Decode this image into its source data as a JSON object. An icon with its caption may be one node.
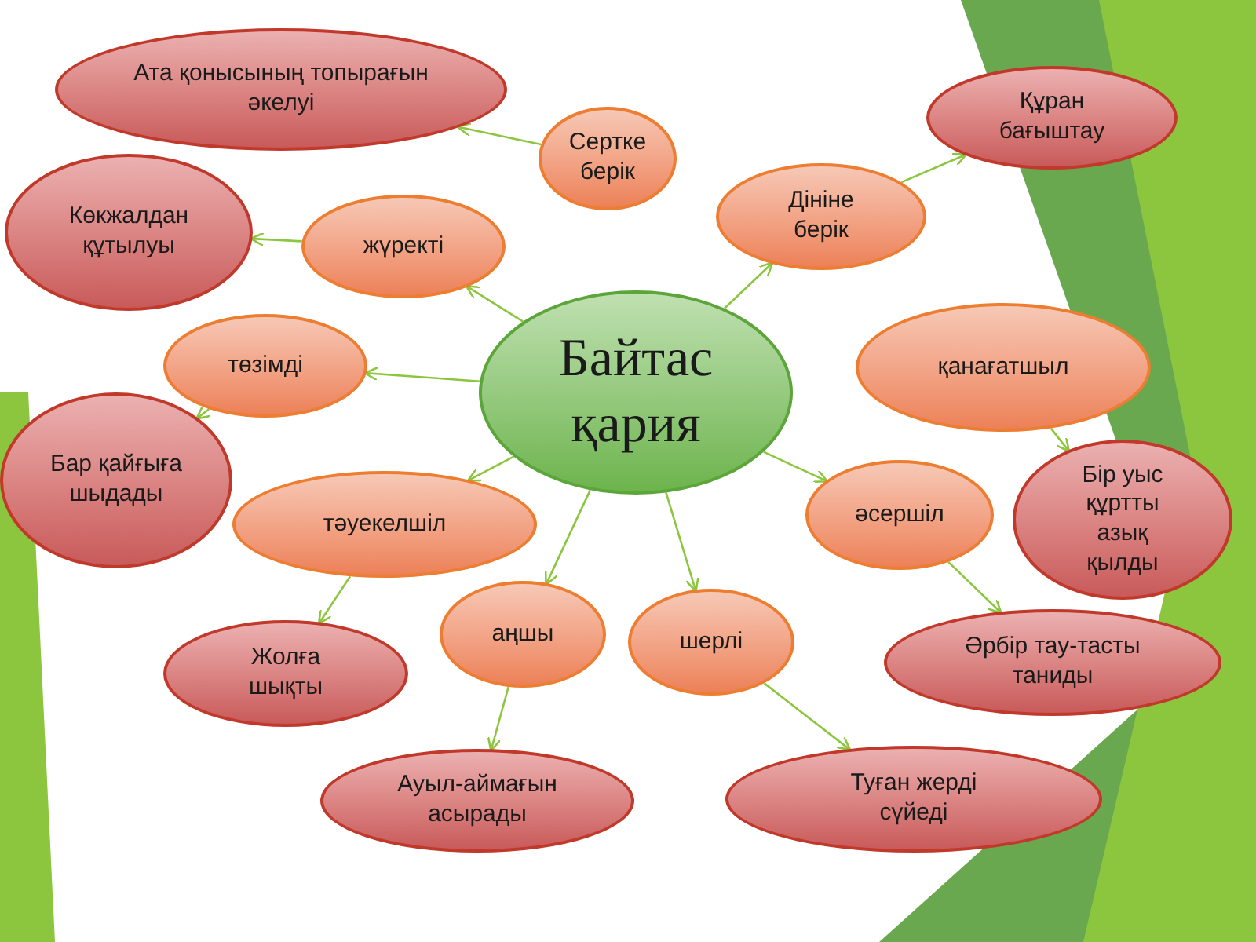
{
  "diagram": {
    "nodes": [
      {
        "text": [
          "Ата қонысының топырағын әкелуі"
        ]
      },
      {
        "text": [
          "Құран бағыштау"
        ]
      },
      {
        "text": [
          "Сертке берік"
        ]
      },
      {
        "text": [
          "Көкжалдан құтылуы"
        ]
      },
      {
        "text": [
          "жүректі"
        ]
      },
      {
        "text": [
          "Дініне берік"
        ]
      },
      {
        "text": [
          "Байтас қария"
        ]
      },
      {
        "text": [
          "төзімді"
        ]
      },
      {
        "text": [
          "қанағатшыл"
        ]
      },
      {
        "text": [
          "Бар қайғыға шыдады"
        ]
      },
      {
        "text": [
          "Бір уыс құртты азық қылды"
        ]
      },
      {
        "text": [
          "тәуекелшіл"
        ]
      },
      {
        "text": [
          "әсершіл"
        ]
      },
      {
        "text": [
          "аңшы"
        ]
      },
      {
        "text": [
          "шерлі"
        ]
      },
      {
        "text": [
          "Жолға шықты"
        ]
      },
      {
        "text": [
          "Әрбір тау-тасты таниды"
        ]
      },
      {
        "text": [
          "Ауыл-аймағын асырады"
        ]
      },
      {
        "text": [
          "Туған жерді сүйеді"
        ]
      }
    ],
    "edges": [
      {
        "from": 2,
        "to": 0,
        "arrow": "to"
      },
      {
        "from": 6,
        "to": 4,
        "arrow": "to"
      },
      {
        "from": 6,
        "to": 7,
        "arrow": "to"
      },
      {
        "from": 6,
        "to": 11,
        "arrow": "to"
      },
      {
        "from": 6,
        "to": 13,
        "arrow": "to"
      },
      {
        "from": 6,
        "to": 14,
        "arrow": "to"
      },
      {
        "from": 6,
        "to": 12,
        "arrow": "to"
      },
      {
        "from": 6,
        "to": 5,
        "arrow": "to"
      },
      {
        "from": 4,
        "to": 3,
        "arrow": "to"
      },
      {
        "from": 7,
        "to": 9,
        "arrow": "to"
      },
      {
        "from": 11,
        "to": 15,
        "arrow": "to"
      },
      {
        "from": 13,
        "to": 17,
        "arrow": "to"
      },
      {
        "from": 14,
        "to": 18,
        "arrow": "to"
      },
      {
        "from": 12,
        "to": 16,
        "arrow": "to"
      },
      {
        "from": 5,
        "to": 1,
        "arrow": "to"
      },
      {
        "from": 8,
        "to": 10,
        "arrow": "to"
      }
    ]
  }
}
